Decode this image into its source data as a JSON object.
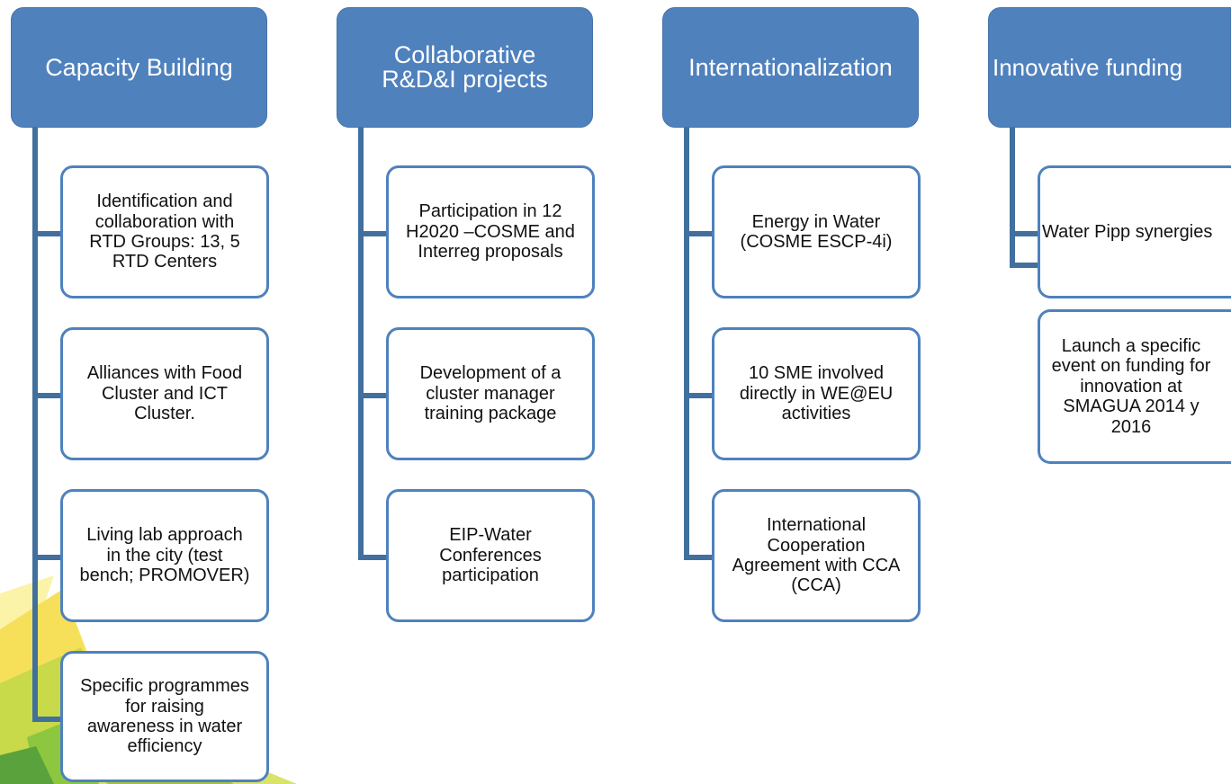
{
  "colors": {
    "header_fill": "#4f81bd",
    "header_text": "#ffffff",
    "box_border": "#4f81bd",
    "connector": "#41709f",
    "decor_yellow": "#f6e05a",
    "decor_green": "#8dc63f"
  },
  "columns": [
    {
      "title": "Capacity Building",
      "items": [
        "Identification and\ncollaboration with\nRTD Groups: 13, 5\nRTD Centers",
        "Alliances with Food\nCluster and ICT\nCluster.",
        "Living lab approach\nin the city (test\nbench; PROMOVER)",
        "Specific programmes\nfor raising\nawareness in water\nefficiency"
      ]
    },
    {
      "title": "Collaborative\nR&D&I projects",
      "items": [
        "Participation in 12\nH2020 –COSME and\nInterreg proposals",
        "Development of a\ncluster manager\ntraining package",
        "EIP-Water\nConferences\nparticipation"
      ]
    },
    {
      "title": "Internationalization",
      "items": [
        "Energy in Water\n(COSME ESCP-4i)",
        "10 SME involved\ndirectly in WE@EU\nactivities",
        "International\nCooperation\nAgreement with CCA\n(CCA)"
      ]
    },
    {
      "title": "Innovative funding",
      "items": [
        "Water Pipp synergies",
        "Launch a specific\nevent on funding for\ninnovation at\nSMAGUA 2014 y\n2016"
      ]
    }
  ]
}
